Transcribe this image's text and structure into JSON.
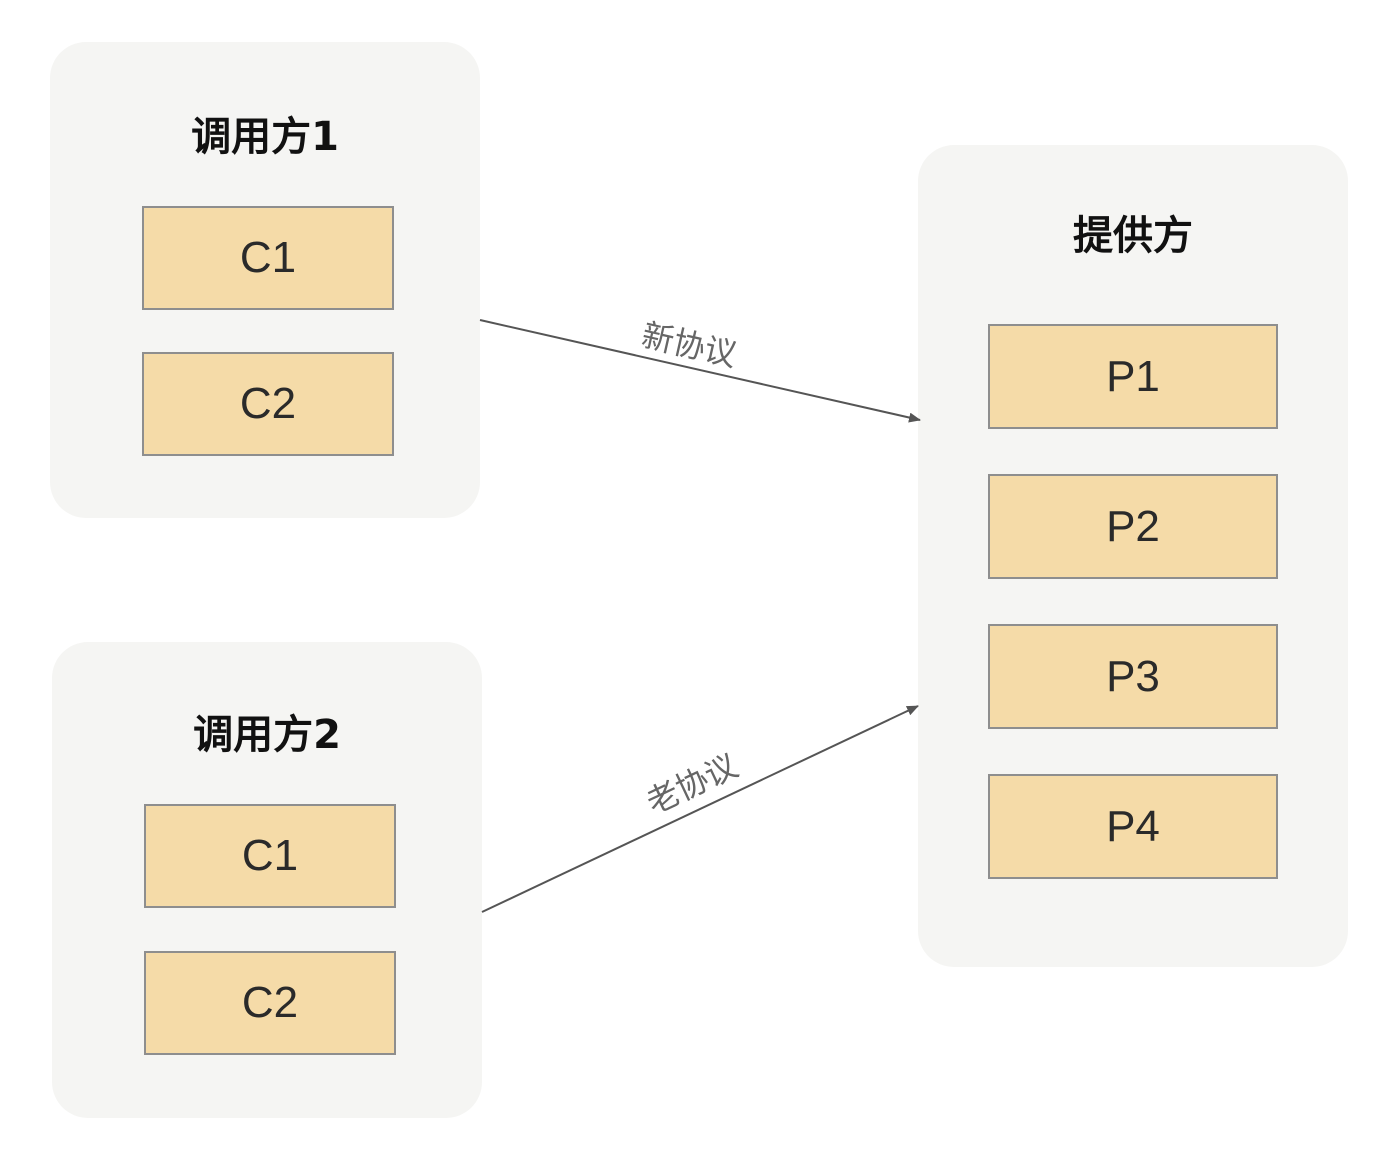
{
  "caller1": {
    "title": "调用方1",
    "nodes": [
      "C1",
      "C2"
    ]
  },
  "caller2": {
    "title": "调用方2",
    "nodes": [
      "C1",
      "C2"
    ]
  },
  "provider": {
    "title": "提供方",
    "nodes": [
      "P1",
      "P2",
      "P3",
      "P4"
    ]
  },
  "edges": {
    "new_protocol_label": "新协议",
    "old_protocol_label": "老协议"
  },
  "colors": {
    "group_bg": "#f5f5f3",
    "node_fill": "#f5dba8",
    "node_border": "#8e8e8e",
    "edge": "#555555"
  }
}
